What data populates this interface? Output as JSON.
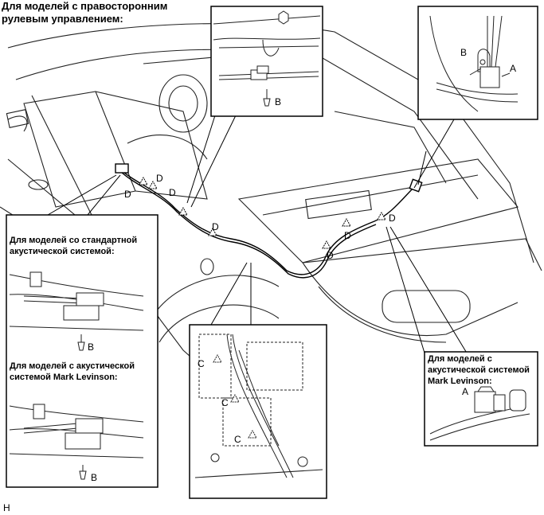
{
  "title": "Для моделей с правосторонним рулевым управлением:",
  "title_line1": "Для моделей с правосторонним",
  "title_line2": "рулевым управлением:",
  "inset_standard_line1": "Для моделей со стандартной",
  "inset_standard_line2": "акустической системой:",
  "inset_ml_line1": "Для моделей с акустической",
  "inset_ml_line2": "системой Mark Levinson:",
  "inset_right_line1": "Для моделей с",
  "inset_right_line2": "акустической системой",
  "inset_right_line3": "Mark Levinson:",
  "labels": {
    "A": "A",
    "B": "B",
    "C": "C",
    "D": "D"
  },
  "footer_code": "H"
}
